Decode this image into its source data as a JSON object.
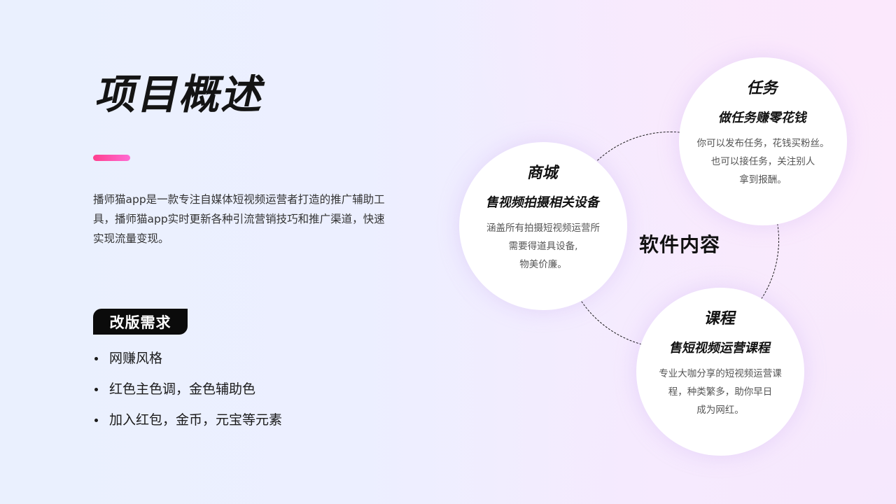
{
  "header": {
    "title": "项目概述",
    "accent_color": "#ff3f8e"
  },
  "intro": {
    "text": "播师猫app是一款专注自媒体短视频运营者打造的推广辅助工具，播师猫app实时更新各种引流营销技巧和推广渠道，快速实现流量变现。"
  },
  "requirements": {
    "tag": "改版需求",
    "items": [
      "网赚风格",
      "红色主色调，金色辅助色",
      "加入红包，金币，元宝等元素"
    ]
  },
  "diagram": {
    "center_label": "软件内容",
    "nodes": [
      {
        "title": "商城",
        "subtitle": "售视频拍摄相关设备",
        "description": [
          "涵盖所有拍摄短视频运营所",
          "需要得道具设备,",
          "物美价廉。"
        ]
      },
      {
        "title": "任务",
        "subtitle": "做任务赚零花钱",
        "description": [
          "你可以发布任务，花钱买粉丝。",
          "也可以接任务，关注别人",
          "拿到报酬。"
        ]
      },
      {
        "title": "课程",
        "subtitle": "售短视频运营课程",
        "description": [
          "专业大咖分享的短视频运营课",
          "程，种类繁多，助你早日",
          "成为网红。"
        ]
      }
    ]
  }
}
